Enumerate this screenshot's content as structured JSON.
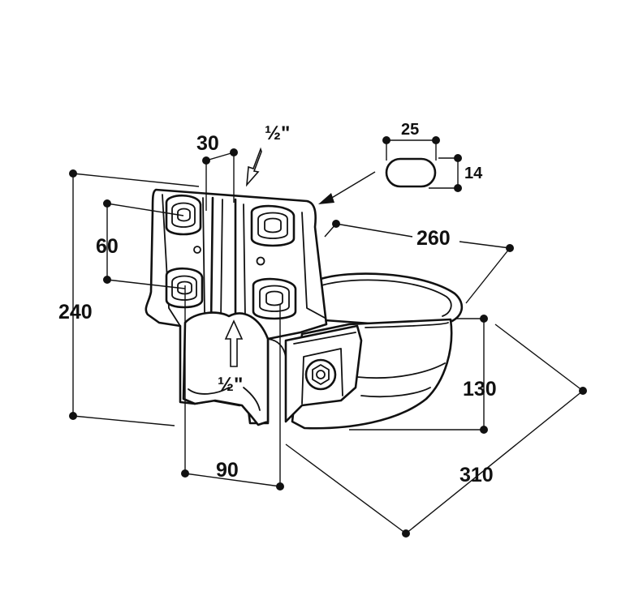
{
  "dimensions": {
    "height_total": "240",
    "hole_spacing_vertical": "60",
    "bracket_width": "30",
    "pipe_top": "½\"",
    "pipe_bottom": "½\"",
    "slot_width": "25",
    "slot_height": "14",
    "bowl_depth": "260",
    "bowl_height": "130",
    "bowl_width": "310",
    "hole_spacing_horizontal": "90"
  }
}
